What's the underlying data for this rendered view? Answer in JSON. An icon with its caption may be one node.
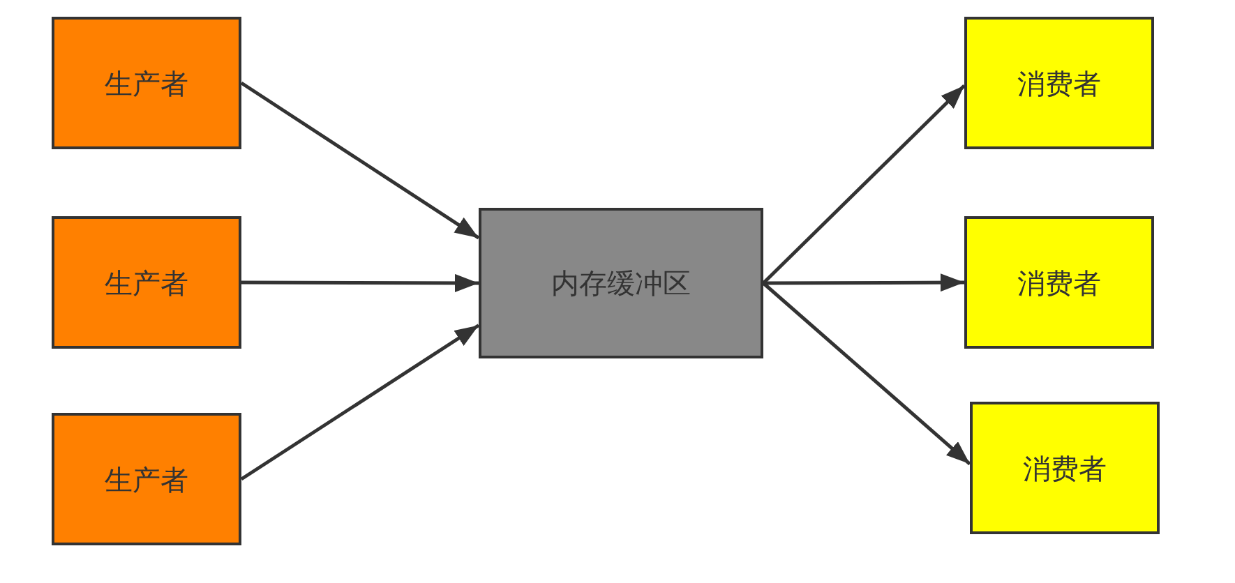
{
  "diagram": {
    "nodes": [
      {
        "text": [
          "生产者"
        ]
      },
      {
        "text": [
          "生产者"
        ]
      },
      {
        "text": [
          "生产者"
        ]
      },
      {
        "text": [
          "内存缓冲区"
        ]
      },
      {
        "text": [
          "消费者"
        ]
      },
      {
        "text": [
          "消费者"
        ]
      },
      {
        "text": [
          "消费者"
        ]
      }
    ],
    "edges": [
      {
        "from": 0,
        "to": 3,
        "arrow": "to"
      },
      {
        "from": 1,
        "to": 3,
        "arrow": "to"
      },
      {
        "from": 2,
        "to": 3,
        "arrow": "to"
      },
      {
        "from": 3,
        "to": 4,
        "arrow": "to"
      },
      {
        "from": 3,
        "to": 5,
        "arrow": "to"
      },
      {
        "from": 3,
        "to": 6,
        "arrow": "to"
      }
    ]
  }
}
